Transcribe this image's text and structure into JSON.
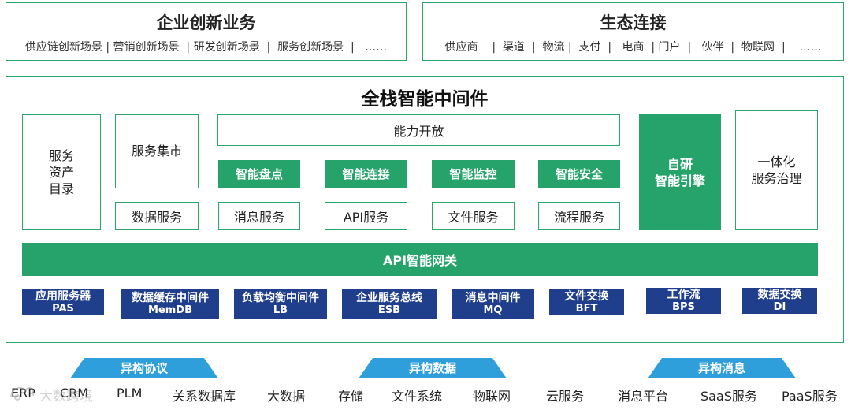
{
  "top_left": {
    "title": "企业创新业务",
    "subtitle": "供应链创新场景 | 营销创新场景  | 研发创新场景  |  服务创新场景  |   ……"
  },
  "top_right": {
    "title": "生态连接",
    "subtitle": "供应商    |  渠道  |  物流 |  支付  |   电商  | 门户  |   伙伴  |  物联网  |    ……"
  },
  "middleware": {
    "title": "全栈智能中间件",
    "service_assets": "服务\n资产\n目录",
    "service_market": "服务集市",
    "data_service": "数据服务",
    "capability_open": "能力开放",
    "smart_items": [
      "智能盘点",
      "智能连接",
      "智能监控",
      "智能安全"
    ],
    "service_items": [
      "消息服务",
      "API服务",
      "文件服务",
      "流程服务"
    ],
    "engine": "自研\n智能引擎",
    "governance": "一体化\n服务治理",
    "gateway": "API智能网关",
    "components": [
      {
        "name": "应用服务器",
        "abbr": "PAS"
      },
      {
        "name": "数据缓存中间件",
        "abbr": "MemDB"
      },
      {
        "name": "负载均衡中间件",
        "abbr": "LB"
      },
      {
        "name": "企业服务总线",
        "abbr": "ESB"
      },
      {
        "name": "消息中间件",
        "abbr": "MQ"
      },
      {
        "name": "文件交换",
        "abbr": "BFT"
      },
      {
        "name": "工作流",
        "abbr": "BPS"
      },
      {
        "name": "数据交换",
        "abbr": "DI"
      }
    ]
  },
  "heterogeneous": [
    "异构协议",
    "异构数据",
    "异构消息"
  ],
  "systems": [
    "ERP",
    "CRM",
    "PLM",
    "关系数据库",
    "大数据",
    "存储",
    "文件系统",
    "物联网",
    "云服务",
    "消息平台",
    "SaaS服务",
    "PaaS服务"
  ],
  "watermark": "大数跨境",
  "colors": {
    "green": "#26a36a",
    "navy": "#1f3e8c",
    "chevron": "#2f9fdc"
  }
}
